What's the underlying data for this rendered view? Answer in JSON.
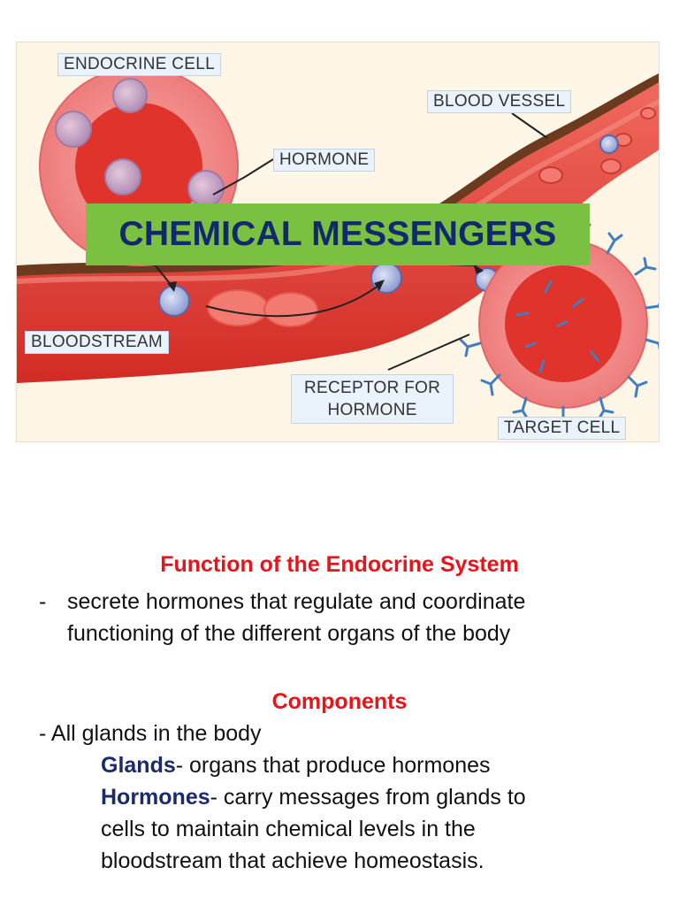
{
  "diagram": {
    "labels": {
      "endocrine_cell": "ENDOCRINE CELL",
      "hormone": "HORMONE",
      "blood_vessel": "BLOOD VESSEL",
      "bloodstream": "BLOODSTREAM",
      "receptor_line1": "RECEPTOR FOR",
      "receptor_line2": "HORMONE",
      "target_cell": "TARGET CELL"
    },
    "banner": "CHEMICAL MESSENGERS",
    "colors": {
      "background": "#fdf5e6",
      "vessel": "#e53a32",
      "vessel_wall": "#6b3a1f",
      "cell": "#f08b8b",
      "nucleus": "#e0332c",
      "hormone": "#9aa6d8",
      "receptor": "#3f7fc0",
      "banner": "#7ac142",
      "banner_text": "#12296e"
    }
  },
  "section1": {
    "heading": "Function of the Endocrine System",
    "dash": "-",
    "line1": "secrete hormones that regulate and coordinate",
    "line2": "functioning of the different organs of the body"
  },
  "section2": {
    "heading": "Components",
    "intro": "- All glands in the body",
    "glands_term": "Glands",
    "glands_def": "- organs that produce hormones",
    "hormones_term": "Hormones",
    "hormones_def": "- carry messages from glands to",
    "hormones_line2": "cells to maintain chemical levels in the",
    "hormones_line3": "bloodstream that achieve homeostasis."
  }
}
